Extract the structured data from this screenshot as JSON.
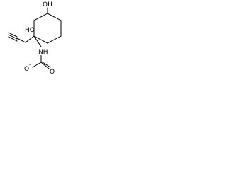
{
  "structure": {
    "atoms": {
      "ring_oh": "OH",
      "quat_oh": "HO",
      "nh": "NH",
      "carbonyl_o": "O",
      "anion_o": "O",
      "anion_charge": "-"
    }
  }
}
